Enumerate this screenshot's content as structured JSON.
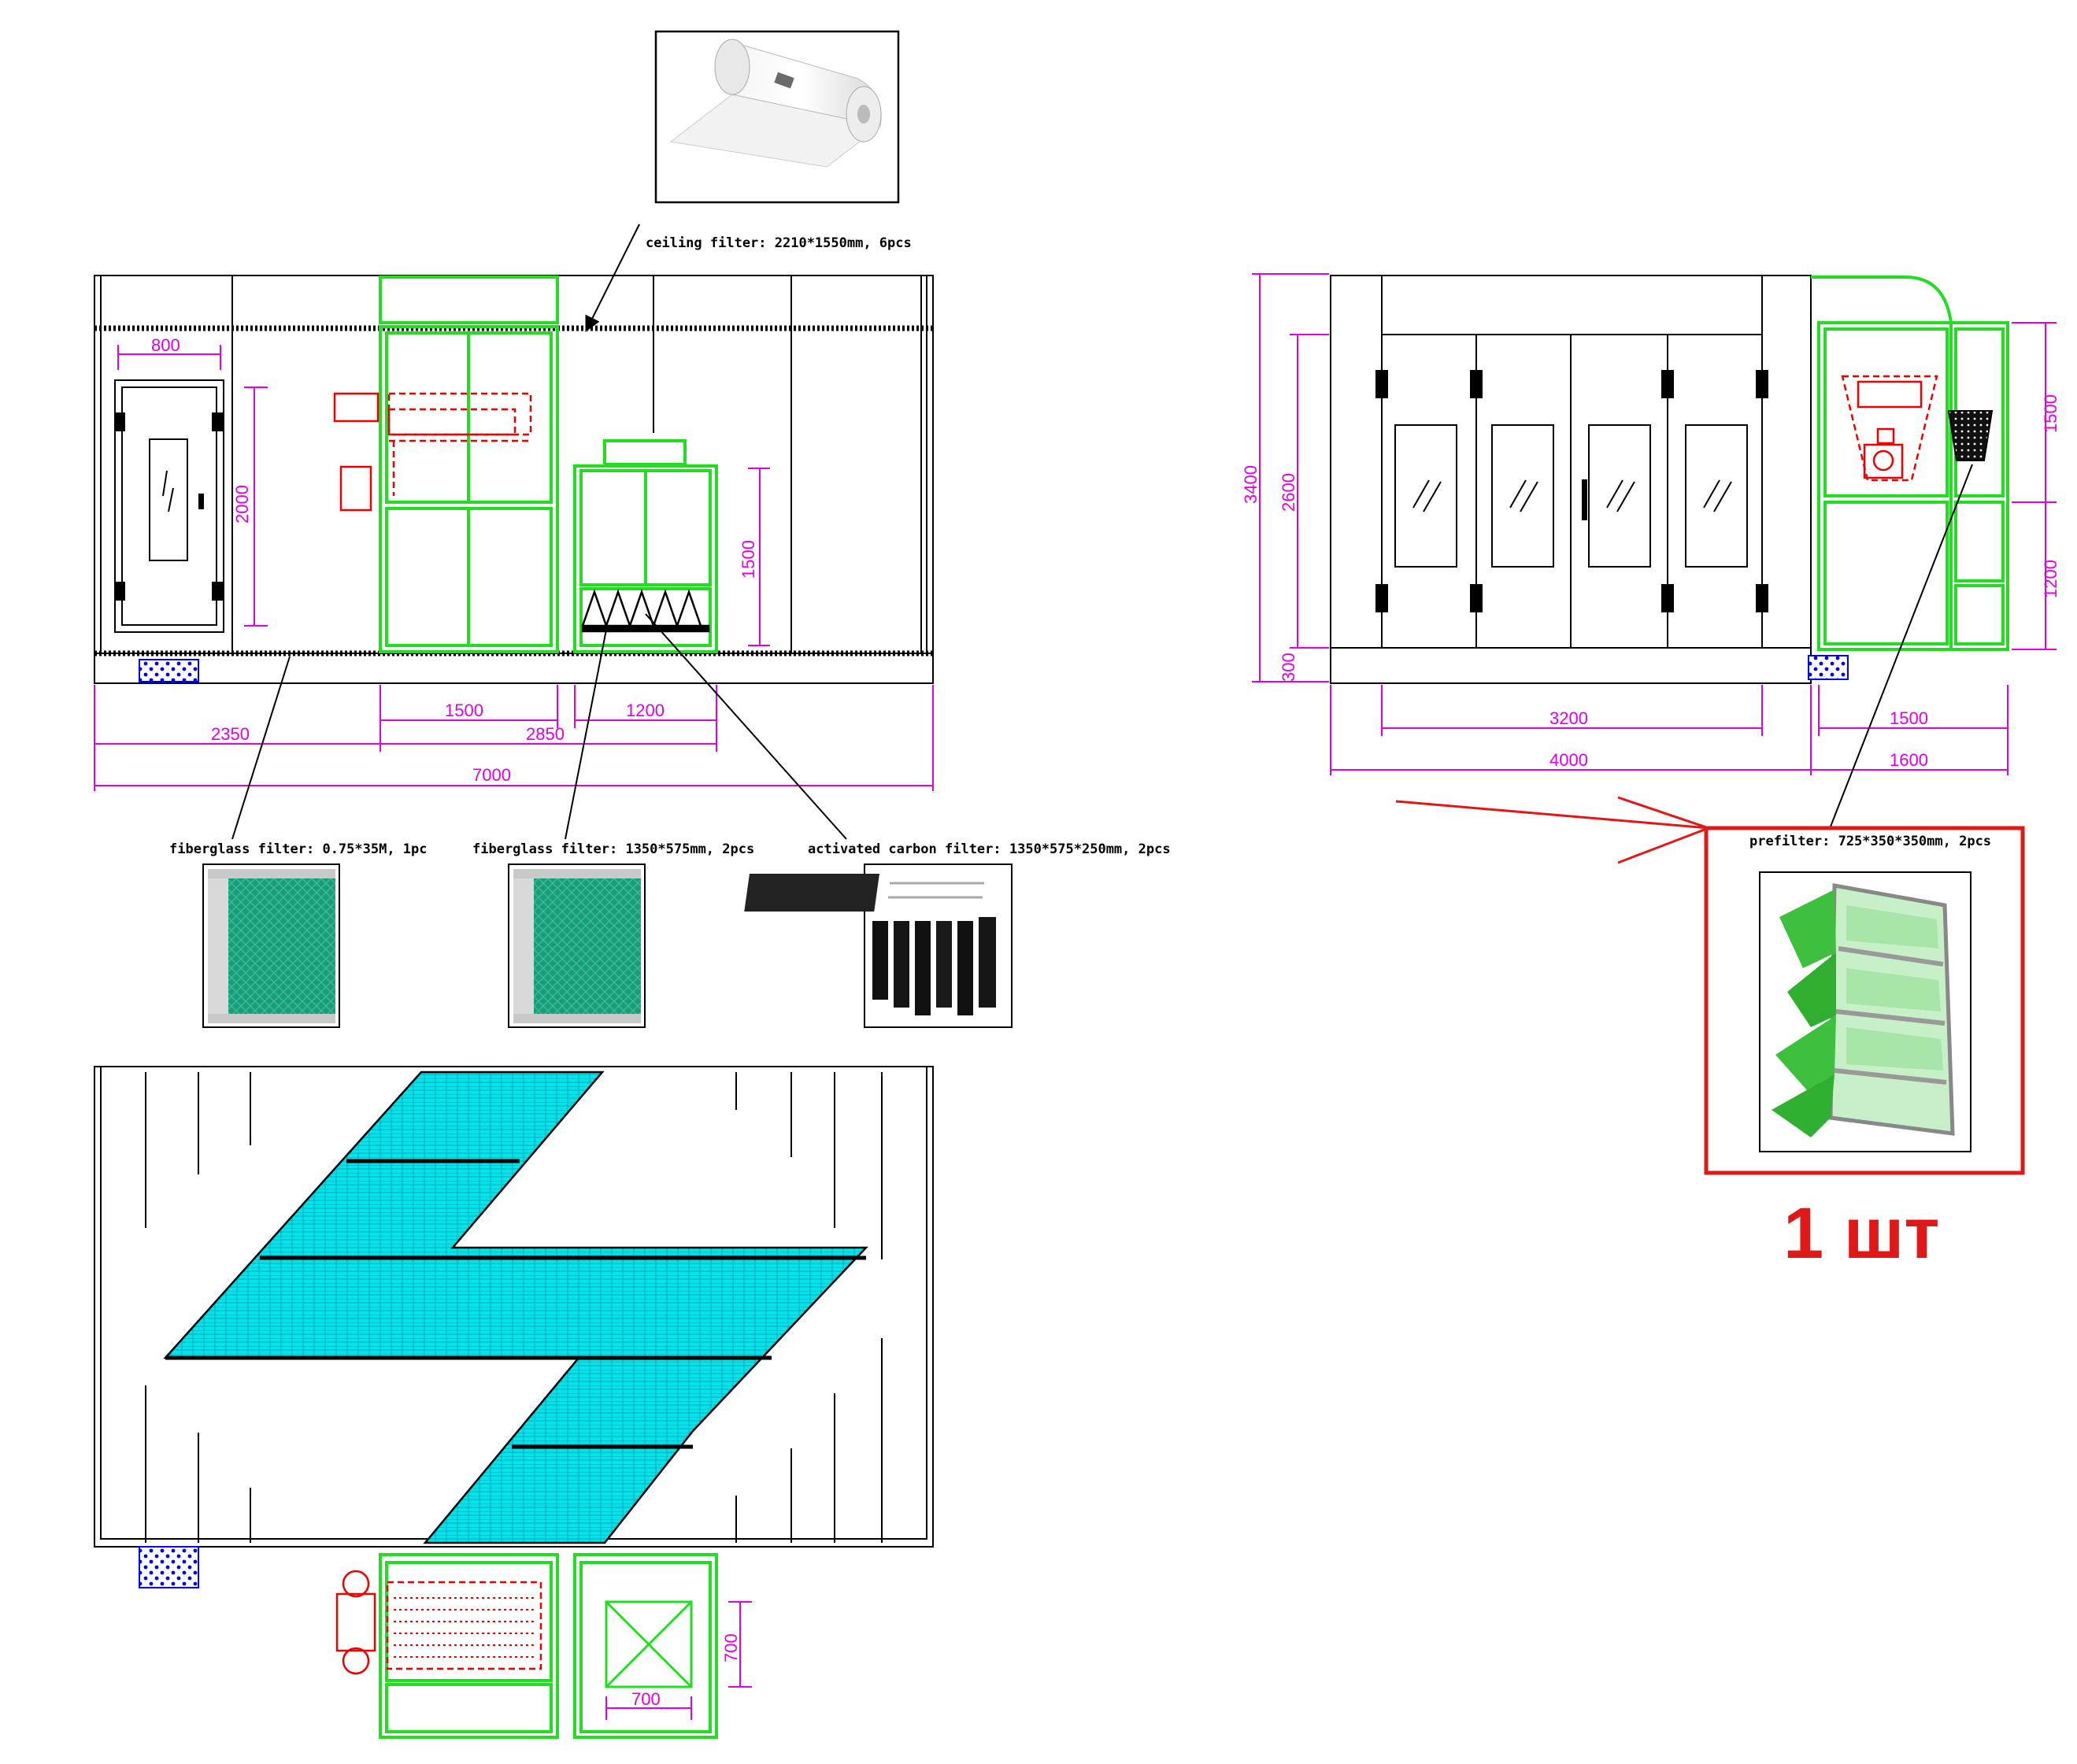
{
  "colors": {
    "outline": "#000000",
    "dimension": "#e000e0",
    "frame": "#22dd22",
    "equipment": "#ee0000",
    "grating": "#00e5e5",
    "floor_grid": "#0000ee",
    "highlight": "#e01818"
  },
  "labels": {
    "ceiling_filter": "ceiling filter: 2210*1550mm, 6pcs",
    "fiberglass_filter_roll": "fiberglass filter: 0.75*35M, 1pc",
    "fiberglass_filter_panel": "fiberglass filter: 1350*575mm, 2pcs",
    "activated_carbon_filter": "activated carbon filter: 1350*575*250mm, 2pcs",
    "prefilter": "prefilter: 725*350*350mm, 2pcs",
    "quantity_note": "1 шт"
  },
  "dimensions": {
    "side_view": {
      "door_width": "800",
      "door_height": "2000",
      "unit_height": "1500",
      "width_1500": "1500",
      "width_1200": "1200",
      "width_2350": "2350",
      "width_2850": "2850",
      "total_length": "7000"
    },
    "end_view": {
      "total_height": "3400",
      "door_height": "2600",
      "base_height": "300",
      "door_width": "3200",
      "booth_width": "4000",
      "upper_unit": "1500",
      "lower_unit": "1200",
      "unit_width_1500": "1500",
      "unit_width_1600": "1600"
    },
    "plan_view": {
      "fan_height": "700",
      "fan_width": "700"
    }
  }
}
